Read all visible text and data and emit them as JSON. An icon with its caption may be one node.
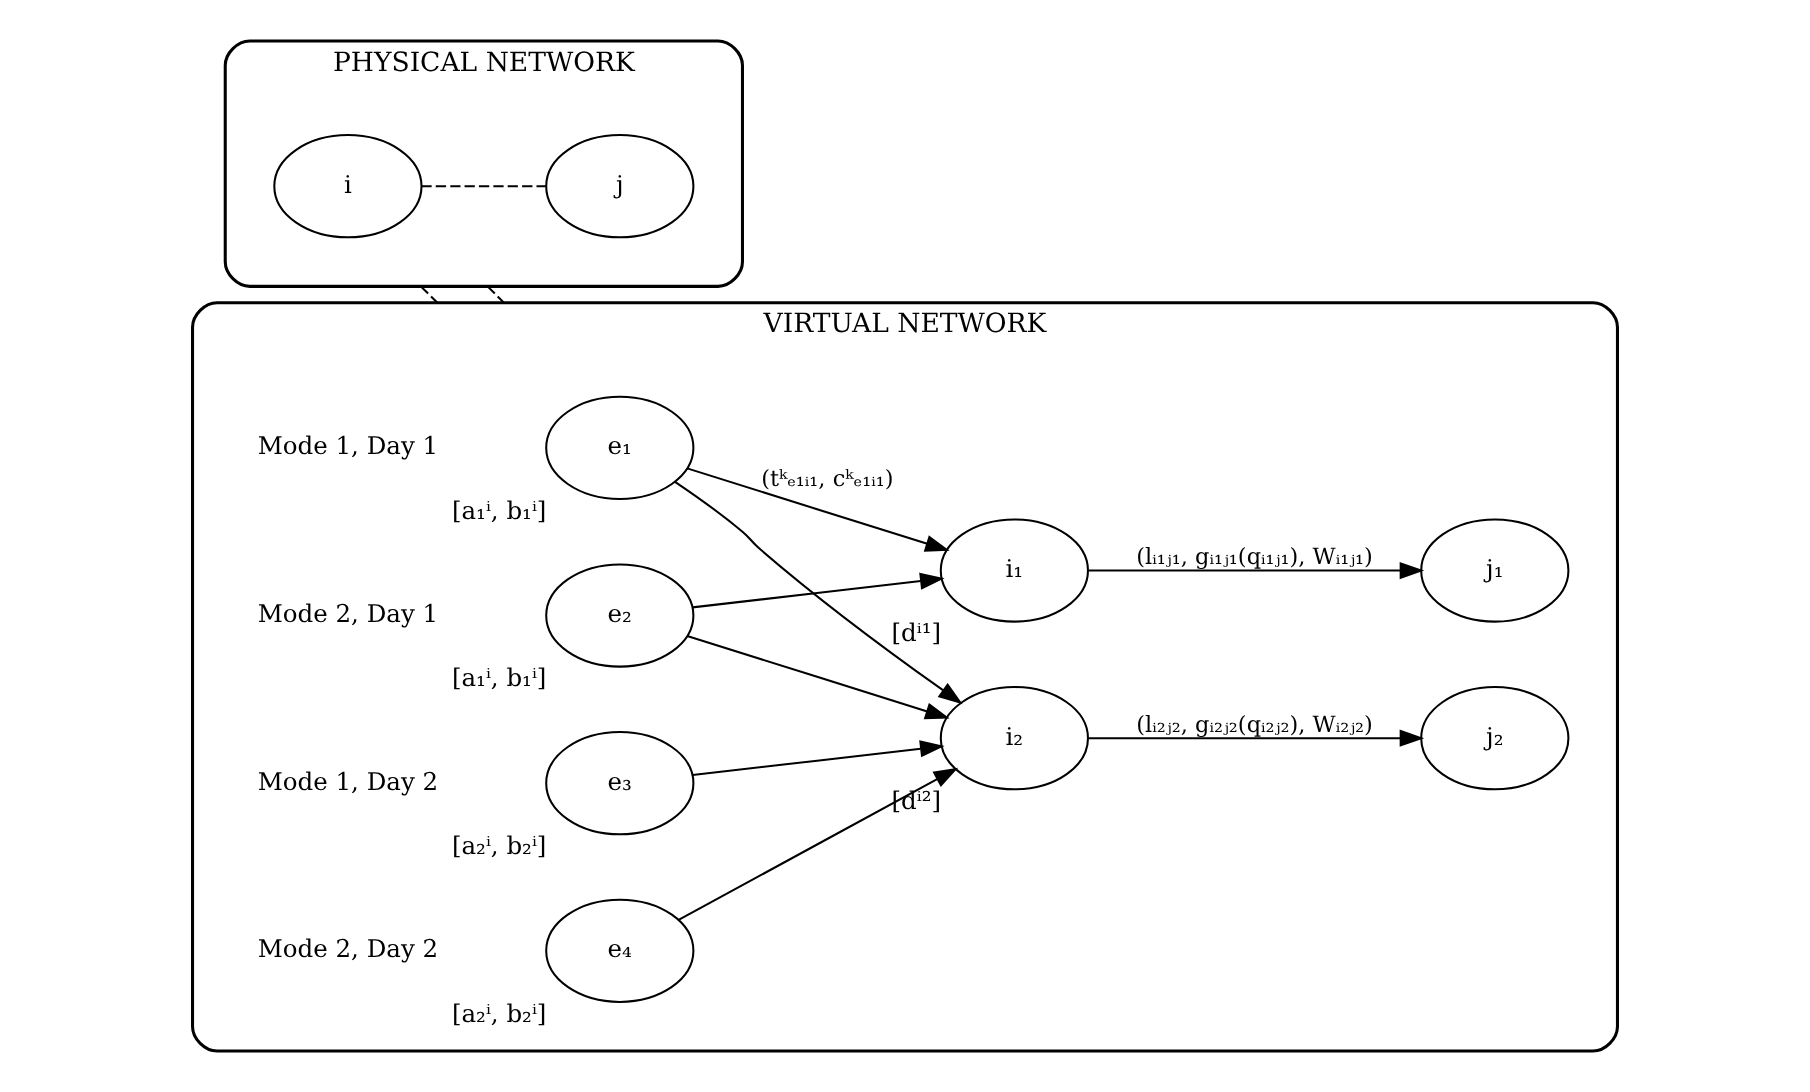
{
  "diagram": {
    "nodes": [
      {
        "text": [
          "PHYSICAL NETWORK"
        ]
      },
      {
        "text": [
          "i"
        ],
        "in": 0
      },
      {
        "text": [
          "j"
        ],
        "in": 0
      },
      {
        "text": [
          "VIRTUAL NETWORK"
        ]
      },
      {
        "text": [
          "e₁"
        ],
        "in": 3,
        "beside": [
          "[a₁ⁱ, b₁ⁱ]",
          "Mode 1, Day 1"
        ]
      },
      {
        "text": [
          "e₂"
        ],
        "in": 3,
        "beside": [
          "[a₁ⁱ, b₁ⁱ]",
          "Mode 2, Day 1"
        ]
      },
      {
        "text": [
          "e₃"
        ],
        "in": 3,
        "beside": [
          "[a₂ⁱ, b₂ⁱ]",
          "Mode 1, Day 2"
        ]
      },
      {
        "text": [
          "e₄"
        ],
        "in": 3,
        "beside": [
          "[a₂ⁱ, b₂ⁱ]",
          "Mode 2, Day 2"
        ]
      },
      {
        "text": [
          "i₁"
        ],
        "in": 3,
        "beside": [
          "[dⁱ¹]"
        ]
      },
      {
        "text": [
          "i₂"
        ],
        "in": 3,
        "beside": [
          "[dⁱ²]"
        ]
      },
      {
        "text": [
          "j₁"
        ],
        "in": 3
      },
      {
        "text": [
          "j₂"
        ],
        "in": 3
      }
    ],
    "edges": [
      {
        "from": 1,
        "to": 2,
        "arrow": "none",
        "style": "dashed"
      },
      {
        "from": 0,
        "to": 3,
        "arrow": "none",
        "style": "dashed"
      },
      {
        "from": 0,
        "to": 3,
        "arrow": "none",
        "style": "dashed"
      },
      {
        "from": 4,
        "to": 8,
        "arrow": "to",
        "label": "(tᵏₑ₁ᵢ₁, cᵏₑ₁ᵢ₁)"
      },
      {
        "from": 4,
        "to": 9,
        "arrow": "to"
      },
      {
        "from": 5,
        "to": 8,
        "arrow": "to"
      },
      {
        "from": 5,
        "to": 9,
        "arrow": "to"
      },
      {
        "from": 6,
        "to": 9,
        "arrow": "to"
      },
      {
        "from": 7,
        "to": 9,
        "arrow": "to"
      },
      {
        "from": 8,
        "to": 10,
        "arrow": "to",
        "label": "(lᵢ₁ⱼ₁, gᵢ₁ⱼ₁(qᵢ₁ⱼ₁), Wᵢ₁ⱼ₁)"
      },
      {
        "from": 9,
        "to": 11,
        "arrow": "to",
        "label": "(lᵢ₂ⱼ₂, gᵢ₂ⱼ₂(qᵢ₂ⱼ₂), Wᵢ₂ⱼ₂)"
      }
    ]
  }
}
